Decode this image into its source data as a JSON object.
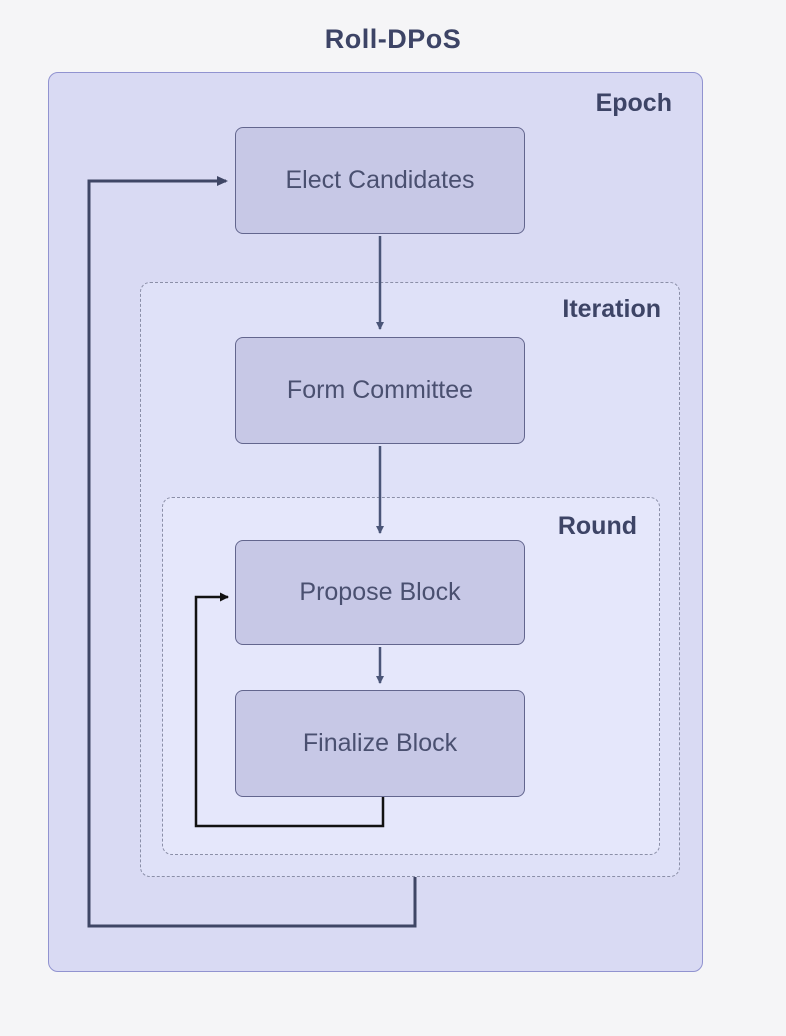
{
  "title": "Roll-DPoS",
  "containers": {
    "epoch": {
      "label": "Epoch"
    },
    "iteration": {
      "label": "Iteration"
    },
    "round": {
      "label": "Round"
    }
  },
  "nodes": {
    "elect": {
      "label": "Elect Candidates"
    },
    "form": {
      "label": "Form Committee"
    },
    "propose": {
      "label": "Propose Block"
    },
    "finalize": {
      "label": "Finalize Block"
    }
  },
  "arrows": [
    {
      "name": "arrow-elect-to-form",
      "from": "Elect Candidates",
      "to": "Form Committee",
      "color": "#4a5578"
    },
    {
      "name": "arrow-form-to-propose",
      "from": "Form Committee",
      "to": "Propose Block",
      "color": "#4a5578"
    },
    {
      "name": "arrow-propose-to-finalize",
      "from": "Propose Block",
      "to": "Finalize Block",
      "color": "#4a5578"
    },
    {
      "name": "loop-finalize-to-propose",
      "from": "Finalize Block",
      "to": "Propose Block",
      "color": "#111111"
    },
    {
      "name": "loop-iteration-to-elect",
      "from": "Iteration",
      "to": "Elect Candidates",
      "color": "#3f4665"
    }
  ],
  "colors": {
    "page_background": "#f5f5f7",
    "epoch_fill": "#d9daf3",
    "epoch_border": "#9193d0",
    "iteration_fill": "#dfe1f8",
    "round_fill": "#e5e7fb",
    "dashed_border": "#8b8fa8",
    "node_fill": "#c7c8e6",
    "node_border": "#63668e",
    "node_text": "#4a5070",
    "label_text": "#3d4466",
    "arrow_slate": "#4a5578",
    "loop_black": "#111111"
  }
}
